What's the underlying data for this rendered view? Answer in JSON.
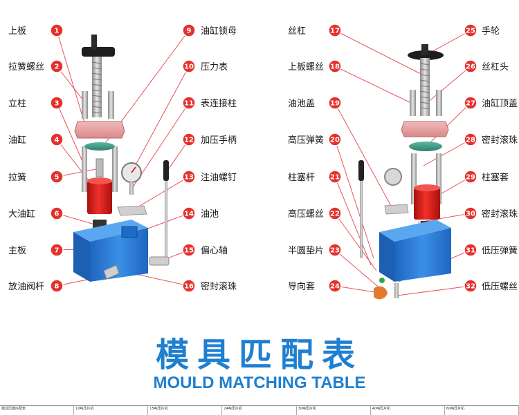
{
  "left_labels": [
    {
      "num": "1",
      "text": "上板"
    },
    {
      "num": "2",
      "text": "拉簧螺丝"
    },
    {
      "num": "3",
      "text": "立柱"
    },
    {
      "num": "4",
      "text": "油缸"
    },
    {
      "num": "5",
      "text": "拉簧"
    },
    {
      "num": "6",
      "text": "大油缸"
    },
    {
      "num": "7",
      "text": "主板"
    },
    {
      "num": "8",
      "text": "放油阀杆"
    }
  ],
  "mid_left_labels": [
    {
      "num": "9",
      "text": "油缸锁母"
    },
    {
      "num": "10",
      "text": "压力表"
    },
    {
      "num": "11",
      "text": "表连接柱"
    },
    {
      "num": "12",
      "text": "加压手柄"
    },
    {
      "num": "13",
      "text": "注油螺钉"
    },
    {
      "num": "14",
      "text": "油池"
    },
    {
      "num": "15",
      "text": "偏心轴"
    },
    {
      "num": "16",
      "text": "密封滚珠"
    }
  ],
  "mid_right_labels": [
    {
      "num": "17",
      "text": "丝杠"
    },
    {
      "num": "18",
      "text": "上板螺丝"
    },
    {
      "num": "19",
      "text": "油池盖"
    },
    {
      "num": "20",
      "text": "高压弹簧"
    },
    {
      "num": "21",
      "text": "柱塞杆"
    },
    {
      "num": "22",
      "text": "高压螺丝"
    },
    {
      "num": "23",
      "text": "半圆垫片"
    },
    {
      "num": "24",
      "text": "导向套"
    }
  ],
  "right_labels": [
    {
      "num": "25",
      "text": "手轮"
    },
    {
      "num": "26",
      "text": "丝杠头"
    },
    {
      "num": "27",
      "text": "油缸顶盖"
    },
    {
      "num": "28",
      "text": "密封滚珠"
    },
    {
      "num": "29",
      "text": "柱塞套"
    },
    {
      "num": "30",
      "text": "密封滚珠"
    },
    {
      "num": "31",
      "text": "低压弹簧"
    },
    {
      "num": "32",
      "text": "低压螺丝"
    }
  ],
  "title": {
    "cn": "模具匹配表",
    "en": "MOULD MATCHING TABLE"
  },
  "table_headers": [
    "模具压模匹配表",
    "10吨压片机",
    "15吨压片机",
    "24吨压片机",
    "30吨压片机",
    "40吨压片机",
    "60吨压片机"
  ],
  "colors": {
    "accent_red": "#e5312c",
    "title_blue": "#1f7fd0",
    "body_blue": "#2f7fd8",
    "cylinder_red": "#d8211c",
    "plate_pink": "#e59a9a",
    "leader_line": "#e8505b"
  }
}
